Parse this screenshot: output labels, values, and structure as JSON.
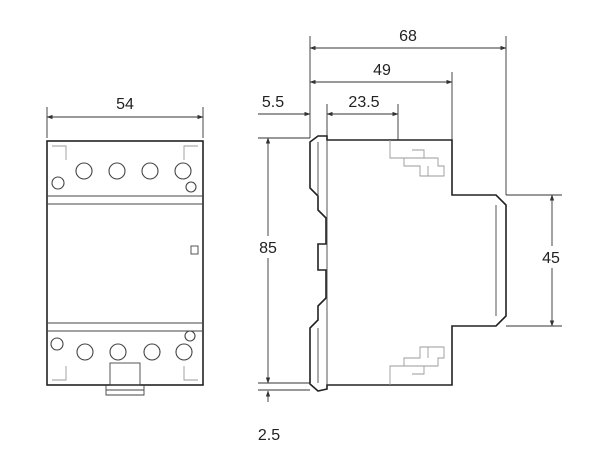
{
  "front_view": {
    "width_label": "54"
  },
  "side_view": {
    "overall_depth_label": "68",
    "depth_label": "49",
    "offset_label": "5.5",
    "rail_label": "23.5",
    "height_label": "85",
    "bottom_label": "2.5",
    "face_label": "45"
  }
}
